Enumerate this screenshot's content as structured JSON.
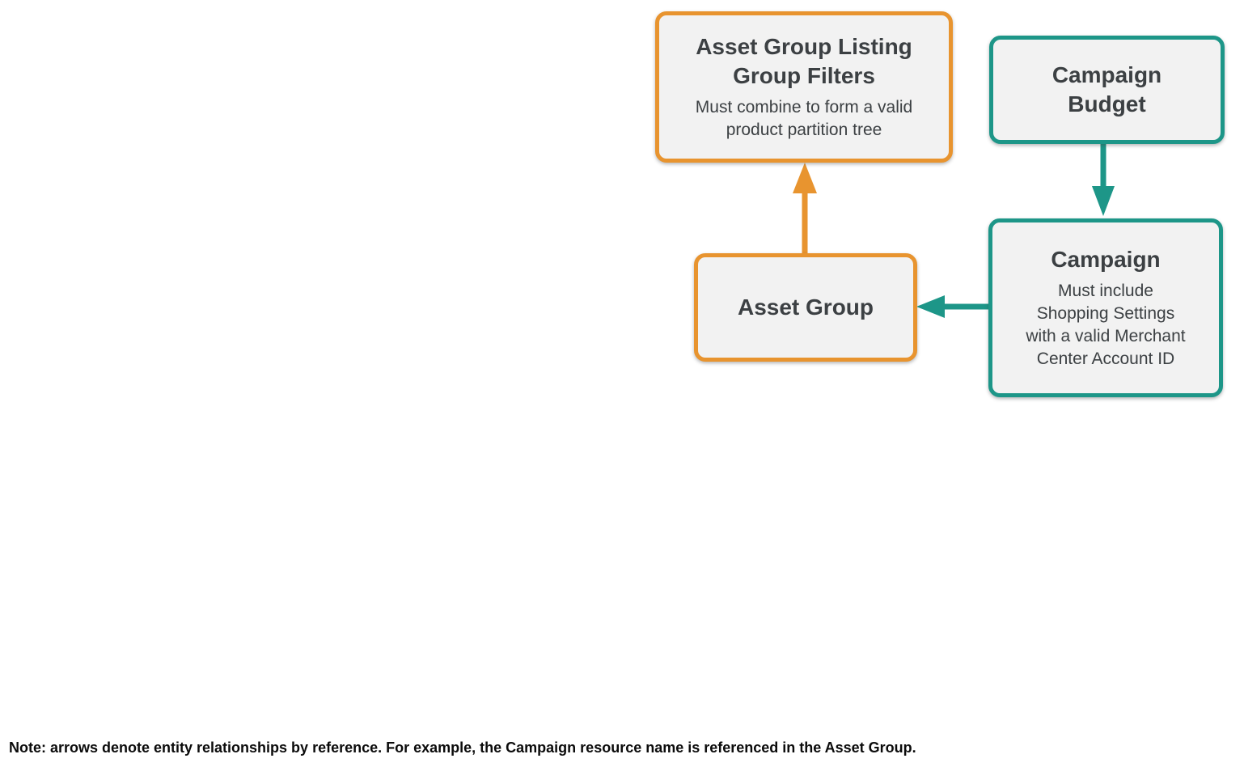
{
  "colors": {
    "orange": "#E8942F",
    "teal": "#1D9688",
    "box_fill": "#F2F2F2",
    "text": "#3C4043",
    "note_text": "#0B0B0B"
  },
  "nodes": {
    "listing_group_filters": {
      "title": "Asset Group Listing\nGroup Filters",
      "subtitle": "Must combine to form a valid\nproduct partition tree",
      "accent_color": "#E8942F"
    },
    "campaign_budget": {
      "title": "Campaign\nBudget",
      "accent_color": "#1D9688"
    },
    "campaign": {
      "title": "Campaign",
      "subtitle": "Must include\nShopping Settings\nwith a valid Merchant\nCenter Account ID",
      "accent_color": "#1D9688"
    },
    "asset_group": {
      "title": "Asset Group",
      "accent_color": "#E8942F"
    }
  },
  "edges": [
    {
      "from": "Asset Group",
      "to": "Asset Group Listing Group Filters",
      "color": "#E8942F",
      "direction": "up"
    },
    {
      "from": "Campaign Budget",
      "to": "Campaign",
      "color": "#1D9688",
      "direction": "down"
    },
    {
      "from": "Campaign",
      "to": "Asset Group",
      "color": "#1D9688",
      "direction": "left"
    }
  ],
  "note": "Note: arrows denote entity relationships by reference. For example, the Campaign resource name is referenced in the Asset Group."
}
